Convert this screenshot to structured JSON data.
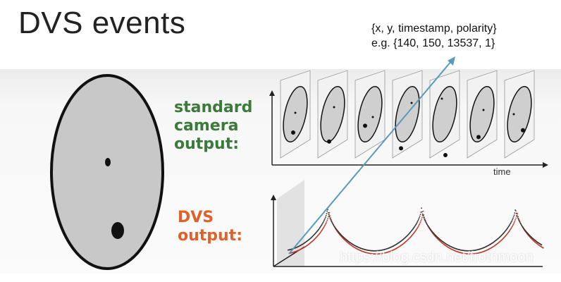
{
  "title": "DVS events",
  "annotation": {
    "line1": "{x, y, timestamp, polarity}",
    "line2": "e.g. {140, 150, 13537, 1}"
  },
  "labels": {
    "standard": [
      "standard",
      "camera",
      "output:"
    ],
    "dvs": [
      "DVS",
      "output:"
    ],
    "time": "time"
  },
  "watermark": "https://blog.csdn.net/frotnmoon",
  "colors": {
    "standard_label": "#3a7a3a",
    "dvs_label": "#e0622a",
    "arrow": "#5b9ab6",
    "disc_fill": "#c8c8c8",
    "dot": "#111111"
  },
  "frames": {
    "count": 7
  }
}
